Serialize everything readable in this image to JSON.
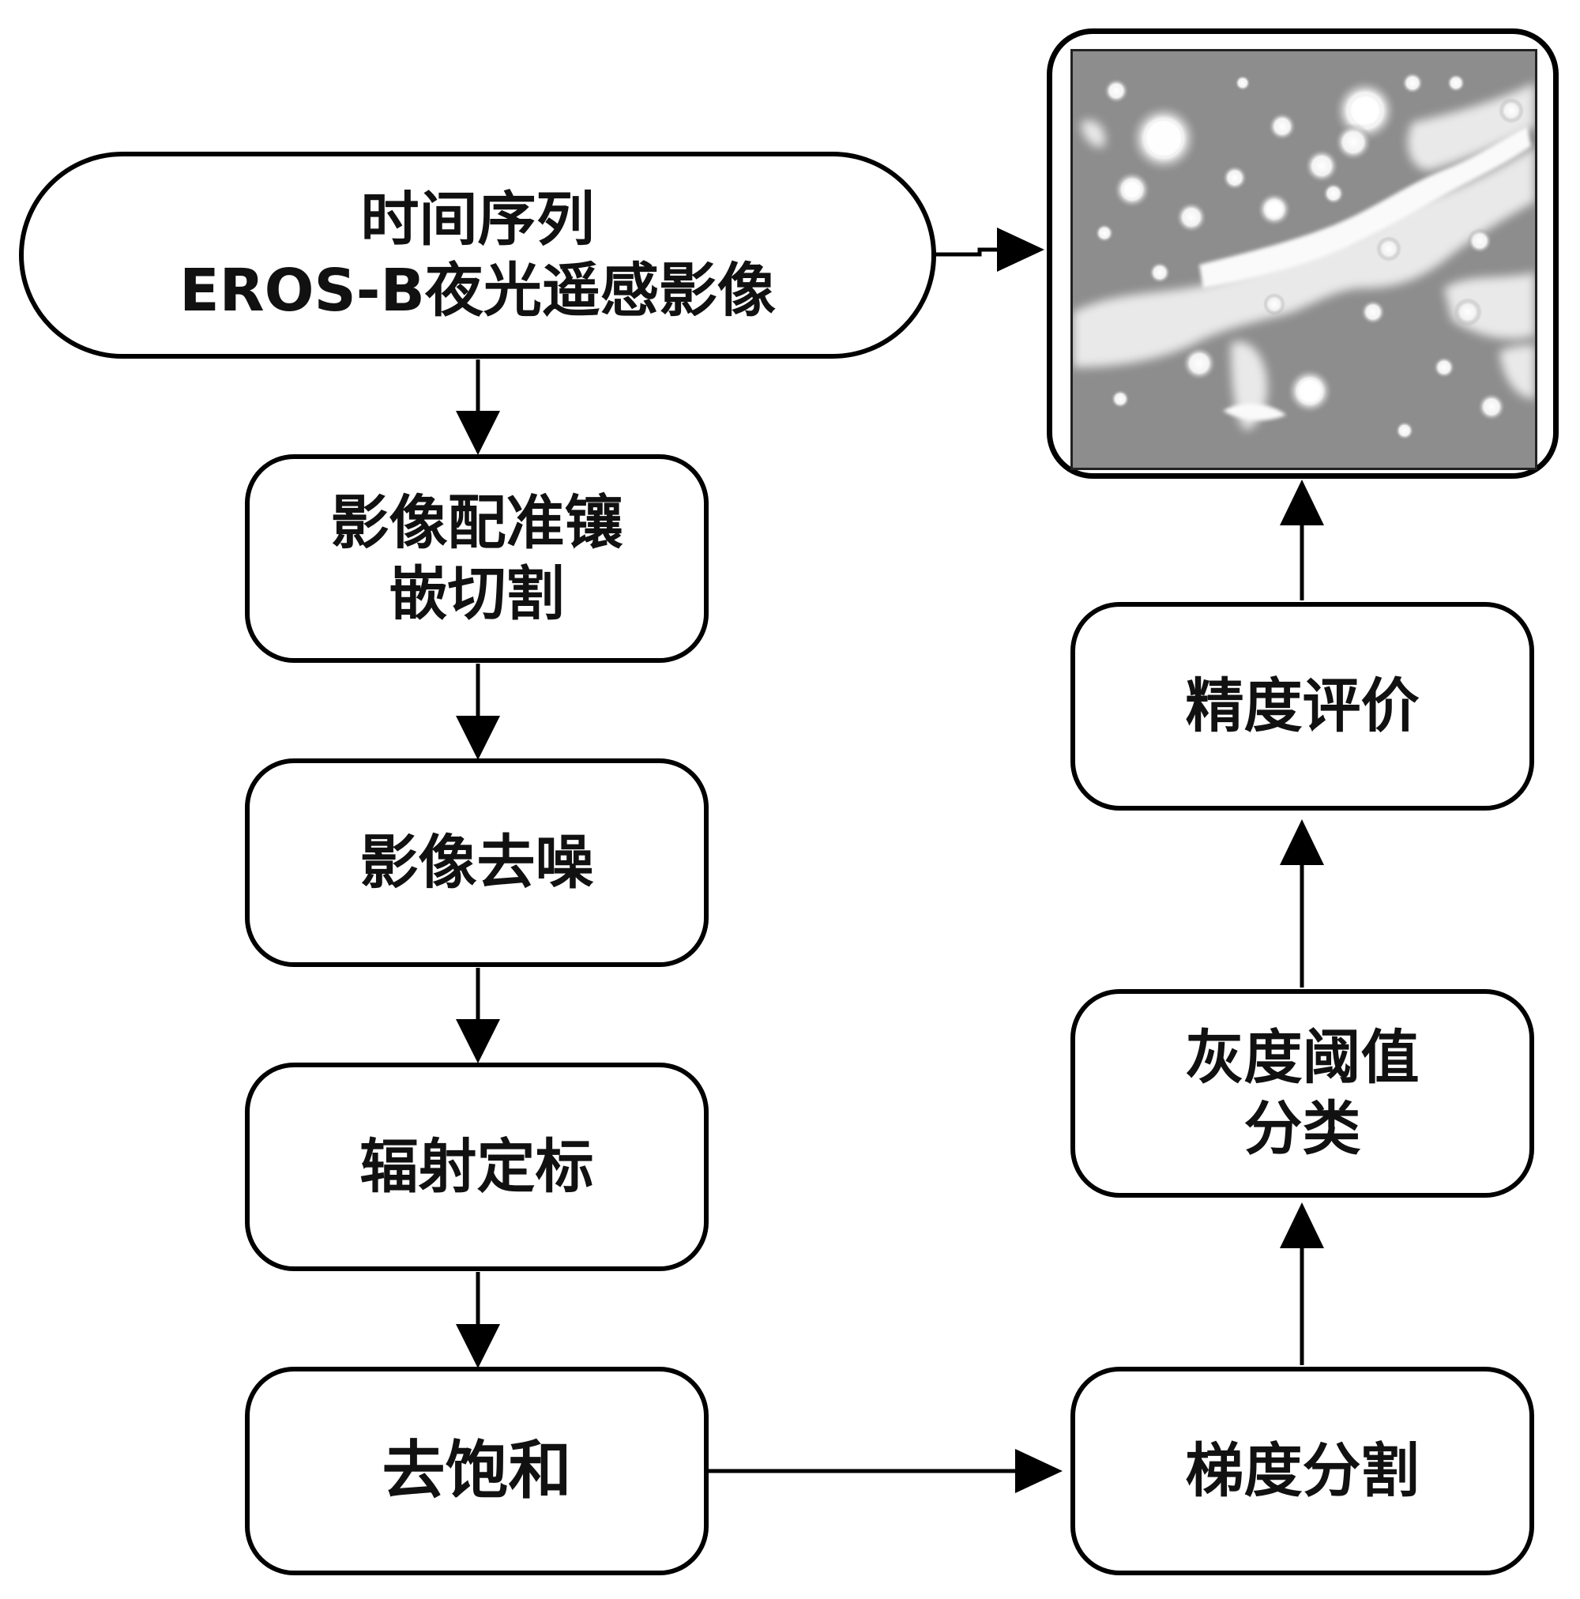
{
  "nodes": {
    "input": {
      "lines": [
        "时间序列",
        "EROS-B夜光遥感影像"
      ]
    },
    "registration": {
      "lines": [
        "影像配准镶",
        "嵌切割"
      ]
    },
    "denoise": {
      "lines": [
        "影像去噪"
      ]
    },
    "calibration": {
      "lines": [
        "辐射定标"
      ]
    },
    "desaturation": {
      "lines": [
        "去饱和"
      ]
    },
    "gradient": {
      "lines": [
        "梯度分割"
      ]
    },
    "threshold": {
      "lines": [
        "灰度阈值",
        "分类"
      ]
    },
    "accuracy": {
      "lines": [
        "精度评价"
      ]
    }
  },
  "edges": [
    [
      "input",
      "registration"
    ],
    [
      "registration",
      "denoise"
    ],
    [
      "denoise",
      "calibration"
    ],
    [
      "calibration",
      "desaturation"
    ],
    [
      "desaturation",
      "gradient"
    ],
    [
      "gradient",
      "threshold"
    ],
    [
      "threshold",
      "accuracy"
    ],
    [
      "accuracy",
      "result-image"
    ],
    [
      "input",
      "result-image"
    ]
  ],
  "result_image": {
    "description_shown": "grayscale nighttime light image with bright urban light clusters"
  }
}
